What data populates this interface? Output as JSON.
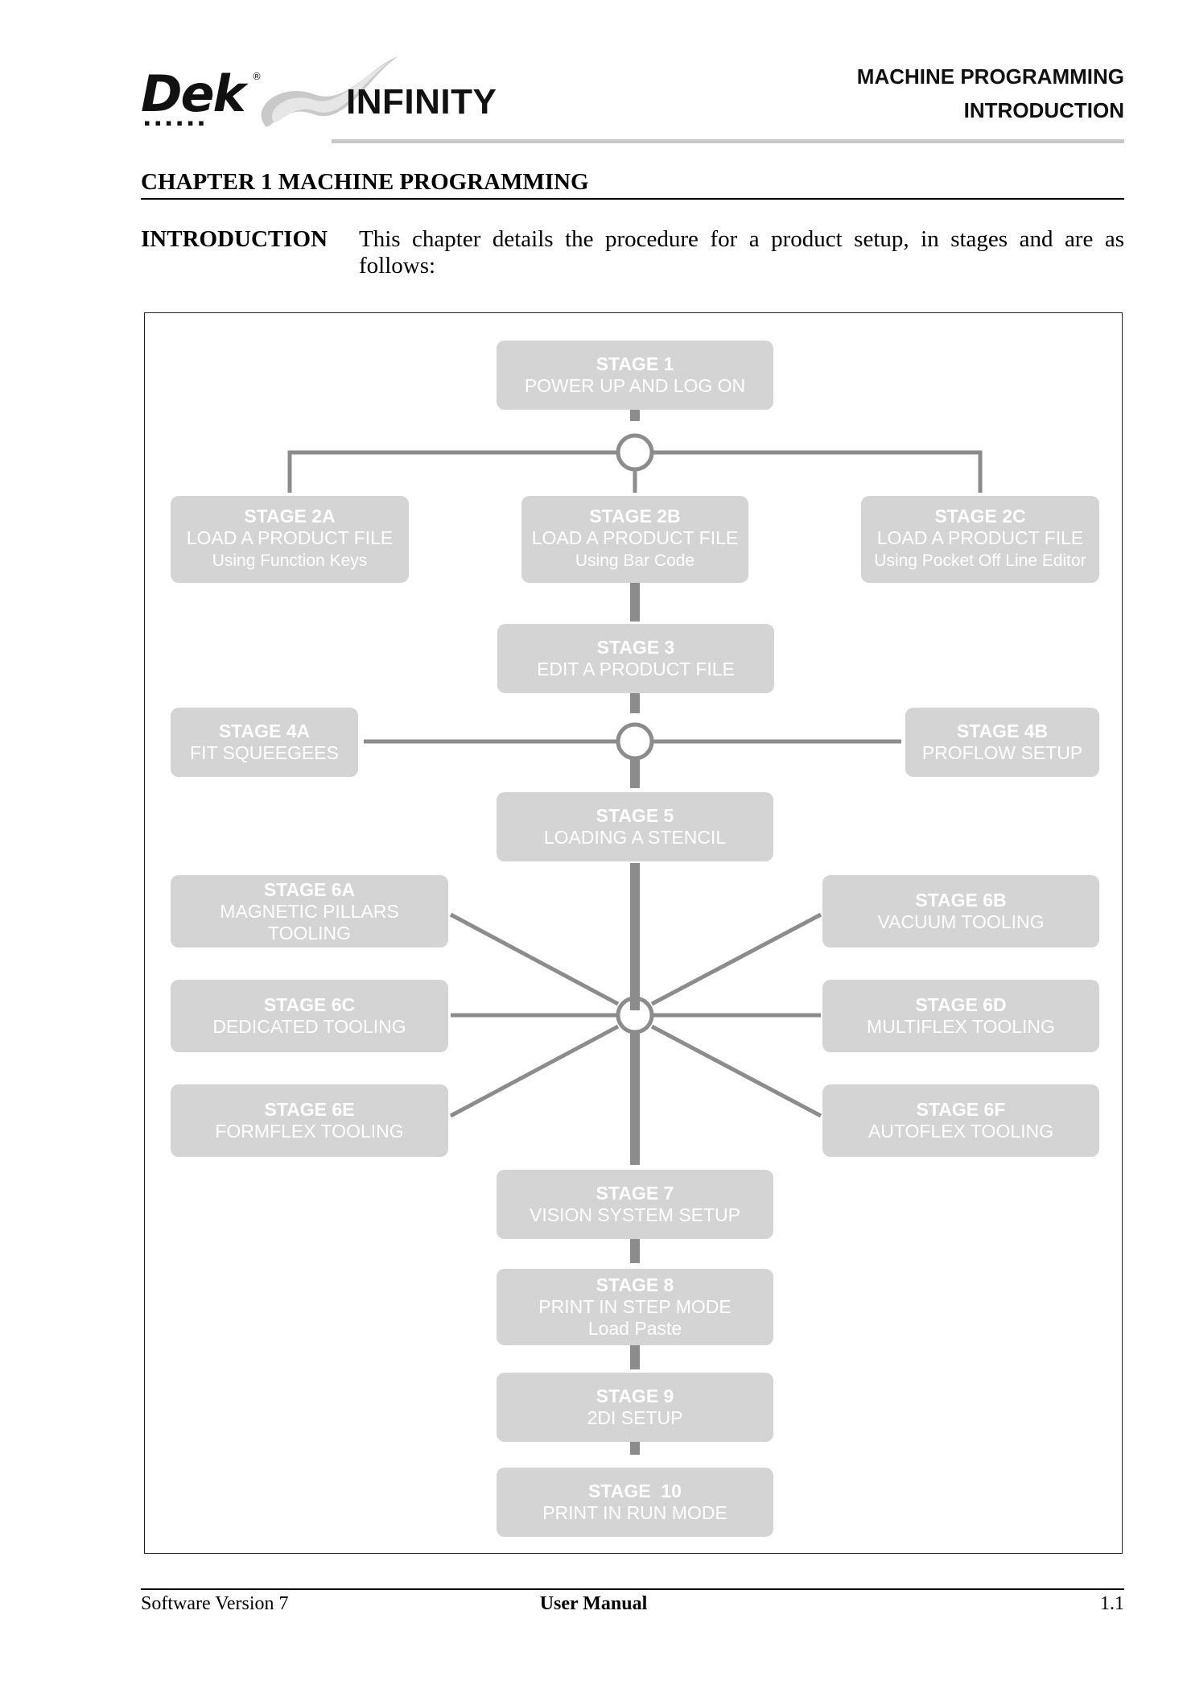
{
  "header": {
    "logo_brand": "Dek",
    "logo_brand_reg": "®",
    "logo_product": "INFINITY",
    "section_title": "MACHINE PROGRAMMING",
    "subsection_title": "INTRODUCTION"
  },
  "chapter": {
    "title": "CHAPTER 1  MACHINE PROGRAMMING",
    "intro_label": "INTRODUCTION",
    "intro_text": "This chapter details the procedure for a product setup, in stages and are as follows:"
  },
  "stages": {
    "s1": {
      "title": "STAGE 1",
      "line1": "POWER UP AND LOG ON"
    },
    "s2a": {
      "title": "STAGE 2A",
      "line1": "LOAD A PRODUCT FILE",
      "sub": "Using Function Keys"
    },
    "s2b": {
      "title": "STAGE 2B",
      "line1": "LOAD A PRODUCT FILE",
      "sub": "Using Bar Code"
    },
    "s2c": {
      "title": "STAGE 2C",
      "line1": "LOAD A PRODUCT FILE",
      "sub": "Using Pocket Off Line Editor"
    },
    "s3": {
      "title": "STAGE 3",
      "line1": "EDIT A PRODUCT FILE"
    },
    "s4a": {
      "title": "STAGE 4A",
      "line1": "FIT SQUEEGEES"
    },
    "s4b": {
      "title": "STAGE 4B",
      "line1": "PROFLOW SETUP"
    },
    "s5": {
      "title": "STAGE 5",
      "line1": "LOADING A STENCIL"
    },
    "s6a": {
      "title": "STAGE 6A",
      "line1": "MAGNETIC PILLARS",
      "line2": "TOOLING"
    },
    "s6b": {
      "title": "STAGE 6B",
      "line1": "VACUUM TOOLING"
    },
    "s6c": {
      "title": "STAGE 6C",
      "line1": "DEDICATED TOOLING"
    },
    "s6d": {
      "title": "STAGE 6D",
      "line1": "MULTIFLEX TOOLING"
    },
    "s6e": {
      "title": "STAGE 6E",
      "line1": "FORMFLEX TOOLING"
    },
    "s6f": {
      "title": "STAGE 6F",
      "line1": "AUTOFLEX TOOLING"
    },
    "s7": {
      "title": "STAGE 7",
      "line1": "VISION SYSTEM SETUP"
    },
    "s8": {
      "title": "STAGE 8",
      "line1": "PRINT IN STEP MODE",
      "line2": "Load Paste"
    },
    "s9": {
      "title": "STAGE 9",
      "line1": "2DI SETUP"
    },
    "s10": {
      "title": "STAGE  10",
      "line1": "PRINT IN RUN MODE"
    }
  },
  "footer": {
    "left": "Software Version 7",
    "center": "User Manual",
    "right": "1.1"
  },
  "colors": {
    "box_fill": "#d4d4d4",
    "connector": "#8c8c8c"
  }
}
